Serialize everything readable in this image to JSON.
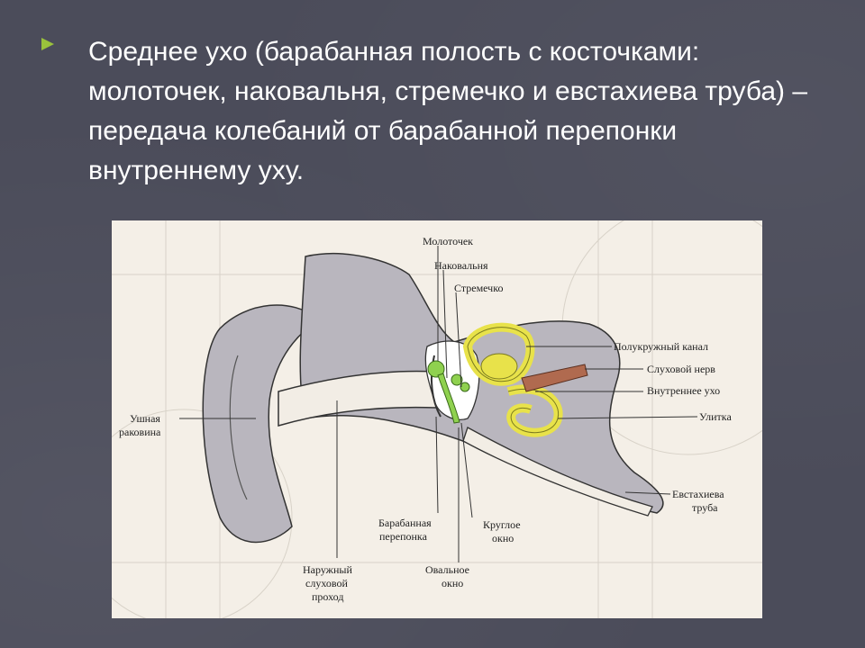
{
  "slide": {
    "bullet_text": "Среднее ухо (барабанная полость с косточками: молоточек, наковальня, стремечко и евстахиева труба) – передача колебаний от барабанной перепонки внутреннему уху.",
    "accent_color": "#9ac23c"
  },
  "diagram": {
    "labels": {
      "hammer": "Молоточек",
      "anvil": "Наковальня",
      "stirrup": "Стремечко",
      "semicircular_canal": "Полукружный канал",
      "auditory_nerve": "Слуховой нерв",
      "inner_ear": "Внутреннее ухо",
      "cochlea": "Улитка",
      "eustachian_tube_1": "Евстахиева",
      "eustachian_tube_2": "труба",
      "auricle_1": "Ушная",
      "auricle_2": "раковина",
      "eardrum_1": "Барабанная",
      "eardrum_2": "перепонка",
      "round_window_1": "Круглое",
      "round_window_2": "окно",
      "outer_canal_1": "Наружный",
      "outer_canal_2": "слуховой",
      "outer_canal_3": "проход",
      "oval_window_1": "Овальное",
      "oval_window_2": "окно"
    },
    "colors": {
      "bone_fill": "#b9b6be",
      "ossicles": "#8fd14f",
      "labyrinth": "#e8e24a",
      "nerve": "#b06a4f"
    }
  }
}
